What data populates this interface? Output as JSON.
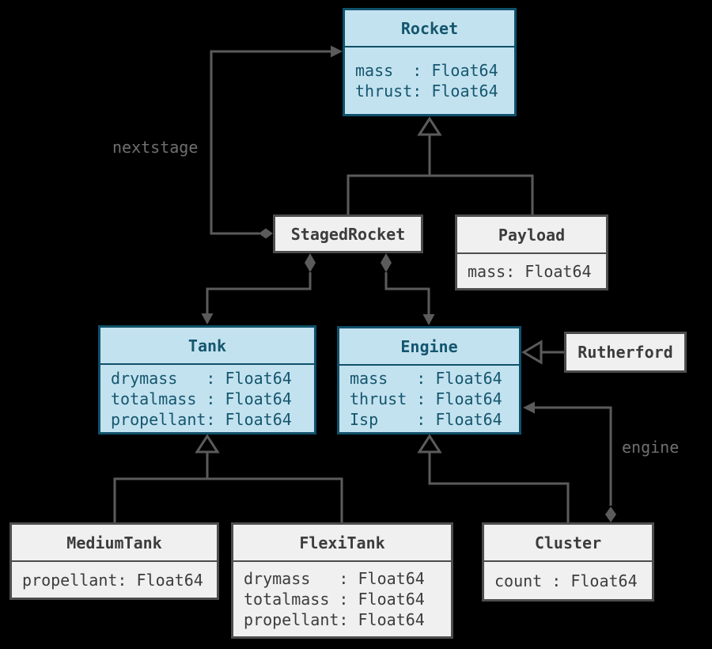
{
  "diagram_type": "uml-class-diagram",
  "colors": {
    "background": "#000000",
    "class_fill_blue": "#c3e2ef",
    "class_border_blue": "#10506a",
    "class_text_blue": "#14566e",
    "class_fill_gray": "#f0f0f0",
    "class_border_gray": "#4d4d4d",
    "class_text_gray": "#3c3c3c",
    "edge": "#5b5b5b",
    "edge_label": "#6f6f6f"
  },
  "classes": {
    "rocket": {
      "name": "Rocket",
      "attrs": [
        "mass  : Float64",
        "thrust: Float64"
      ]
    },
    "staged_rocket": {
      "name": "StagedRocket",
      "attrs": []
    },
    "payload": {
      "name": "Payload",
      "attrs": [
        "mass: Float64"
      ]
    },
    "tank": {
      "name": "Tank",
      "attrs": [
        "drymass   : Float64",
        "totalmass : Float64",
        "propellant: Float64"
      ]
    },
    "engine": {
      "name": "Engine",
      "attrs": [
        "mass   : Float64",
        "thrust : Float64",
        "Isp    : Float64"
      ]
    },
    "rutherford": {
      "name": "Rutherford",
      "attrs": []
    },
    "medium_tank": {
      "name": "MediumTank",
      "attrs": [
        "propellant: Float64"
      ]
    },
    "flexi_tank": {
      "name": "FlexiTank",
      "attrs": [
        "drymass   : Float64",
        "totalmass : Float64",
        "propellant: Float64"
      ]
    },
    "cluster": {
      "name": "Cluster",
      "attrs": [
        "count : Float64"
      ]
    }
  },
  "edge_labels": {
    "nextstage": "nextstage",
    "engine": "engine"
  },
  "relations": [
    {
      "from": "StagedRocket",
      "to": "Rocket",
      "type": "composition-association",
      "label": "nextstage"
    },
    {
      "from": "StagedRocket",
      "to": "Rocket",
      "type": "inheritance"
    },
    {
      "from": "Payload",
      "to": "Rocket",
      "type": "inheritance"
    },
    {
      "from": "StagedRocket",
      "to": "Tank",
      "type": "composition"
    },
    {
      "from": "StagedRocket",
      "to": "Engine",
      "type": "composition"
    },
    {
      "from": "Rutherford",
      "to": "Engine",
      "type": "inheritance"
    },
    {
      "from": "MediumTank",
      "to": "Tank",
      "type": "inheritance"
    },
    {
      "from": "FlexiTank",
      "to": "Tank",
      "type": "inheritance"
    },
    {
      "from": "Cluster",
      "to": "Engine",
      "type": "inheritance"
    },
    {
      "from": "Cluster",
      "to": "Engine",
      "type": "composition-association",
      "label": "engine"
    }
  ]
}
